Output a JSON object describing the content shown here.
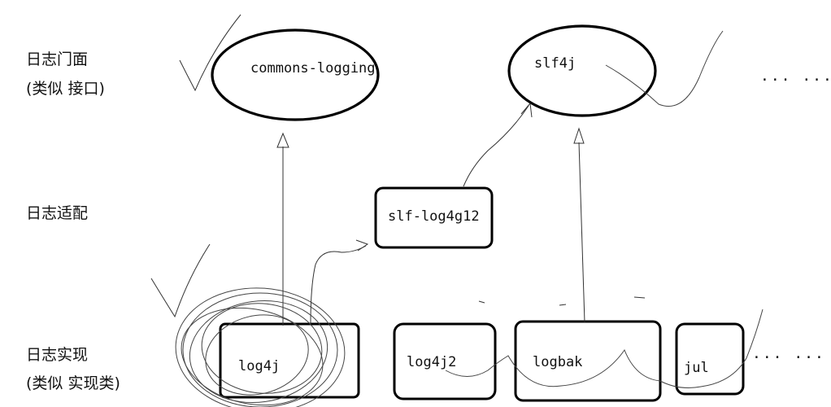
{
  "layers": {
    "facade": {
      "title": "日志门面",
      "subtitle": "(类似  接口)"
    },
    "adapter": {
      "title": "日志适配"
    },
    "impl": {
      "title": "日志实现",
      "subtitle": "(类似  实现类)"
    }
  },
  "nodes": {
    "commons_logging": "commons-logging",
    "slf4j": "slf4j",
    "slf_log4j12": "slf-log4g12",
    "log4j": "log4j",
    "log4j2": "log4j2",
    "logbak": "logbak",
    "jul": "jul"
  },
  "ellipsis": {
    "top": "... ...",
    "bottom": "... ..."
  }
}
